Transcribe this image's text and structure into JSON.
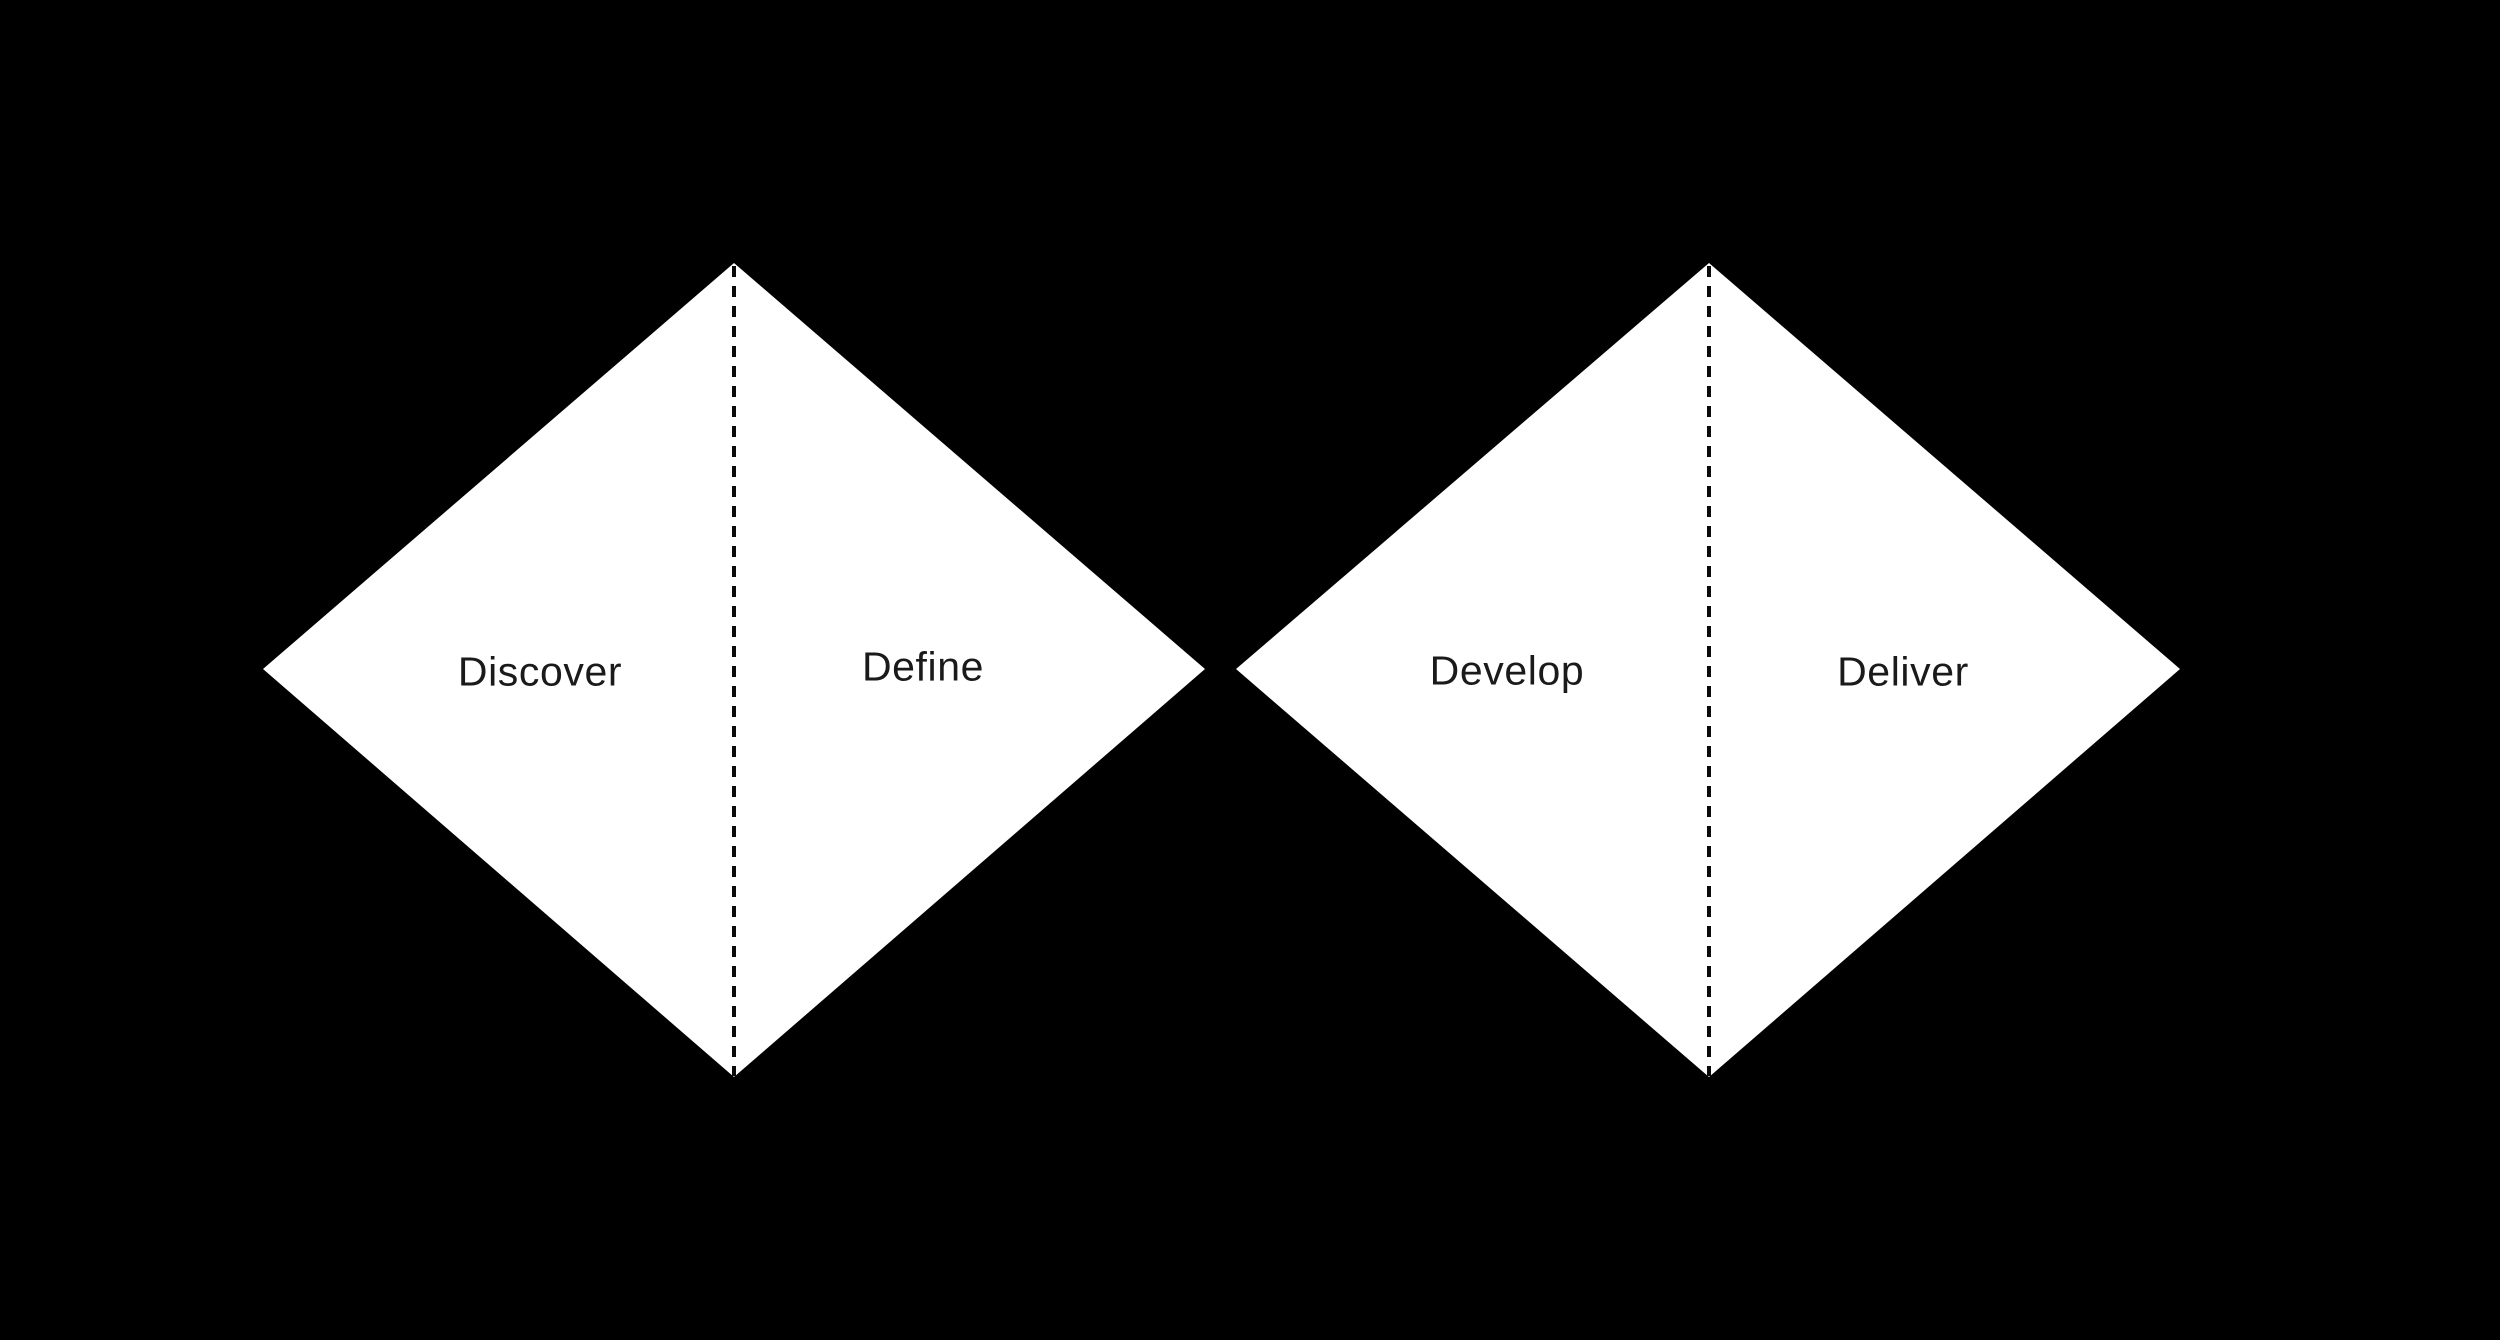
{
  "diagram": {
    "name": "double-diamond-process",
    "colors": {
      "background": "#000000",
      "diamond_fill": "#ffffff",
      "divider": "#0a0a0a",
      "label_text": "#1a1a1a"
    },
    "diamonds": [
      {
        "name": "first-diamond",
        "divider_style": "dashed",
        "phases": [
          {
            "label": "Discover"
          },
          {
            "label": "Define"
          }
        ]
      },
      {
        "name": "second-diamond",
        "divider_style": "dashed",
        "phases": [
          {
            "label": "Develop"
          },
          {
            "label": "Deliver"
          }
        ]
      }
    ]
  }
}
